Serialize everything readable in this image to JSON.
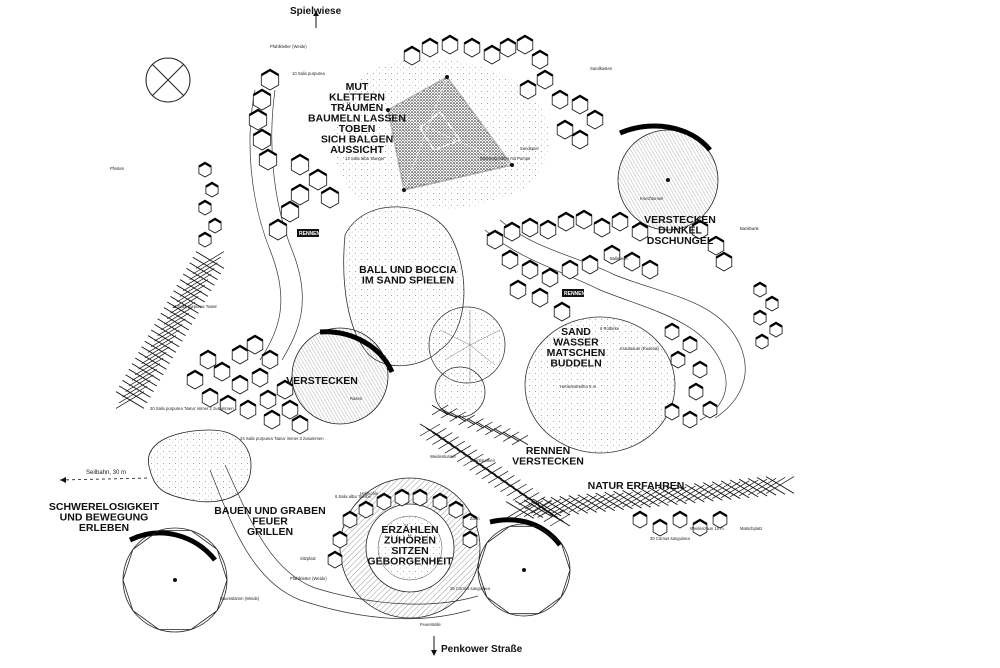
{
  "heading_top": "Spielwiese",
  "heading_bottom": "Penkower Straße",
  "seilbahn": "Seilbahn, 30 m",
  "zones": [
    {
      "key": "mut",
      "lines": [
        "MUT",
        "KLETTERN",
        "TRÄUMEN",
        "BAUMELN LASSEN",
        "TOBEN",
        "SICH BALGEN",
        "AUSSICHT"
      ]
    },
    {
      "key": "dschungel",
      "lines": [
        "VERSTECKEN",
        "DUNKEL",
        "DSCHUNGEL"
      ]
    },
    {
      "key": "ball",
      "lines": [
        "BALL UND BOCCIA",
        "IM SAND SPIELEN"
      ]
    },
    {
      "key": "sand",
      "lines": [
        "SAND",
        "WASSER",
        "MATSCHEN",
        "BUDDELN"
      ]
    },
    {
      "key": "versteckenL",
      "lines": [
        "VERSTECKEN"
      ]
    },
    {
      "key": "rennen",
      "lines": [
        "RENNEN",
        "VERSTECKEN"
      ]
    },
    {
      "key": "natur",
      "lines": [
        "NATUR ERFAHREN"
      ]
    },
    {
      "key": "schwere",
      "lines": [
        "SCHWERELOSIGKEIT",
        "UND BEWEGUNG",
        "ERLEBEN"
      ]
    },
    {
      "key": "bauen",
      "lines": [
        "BAUEN UND GRABEN",
        "FEUER",
        "GRILLEN"
      ]
    },
    {
      "key": "erzaehlen",
      "lines": [
        "ERZÄHLEN",
        "ZUHÖREN",
        "SITZEN",
        "GEBORGENHEIT"
      ]
    }
  ],
  "tags": [
    "RENNEN",
    "RENNEN"
  ],
  "notes": [
    "Pfahlkletter (Weide)",
    "10 Salix purpurea",
    "14 Salix alba 'Bunger'",
    "Sandspiel",
    "Wasserbehälter mit Pumpe",
    "20 Salix purpurea 'Nana' immer 2 zusammen",
    "24 Salix purpurea 'Nana' immer 3 zusammen",
    "Weidentunnel",
    "Steinbrunnen",
    "Holzkohle",
    "6 Salix alba 'Sterbe'",
    "35 Cornus sanguinea",
    "Feuerstelle",
    "Pfahlkletter (Weide)",
    "Baumstamm (Weide)",
    "Pfosten",
    "11 Salix purpurea 'Nana'",
    "Bankbank",
    "6 Rotbirke",
    "Krautsaum (Ruderal)",
    "Heckenstreifen 5 m",
    "30 Cornus sanguinea",
    "Weidenzaun 10 m",
    "Matschplatz",
    "Sandkasten",
    "Kriechtunnel",
    "Ballwiese",
    "Rasen",
    "Sitzplatz",
    "Zaun"
  ]
}
